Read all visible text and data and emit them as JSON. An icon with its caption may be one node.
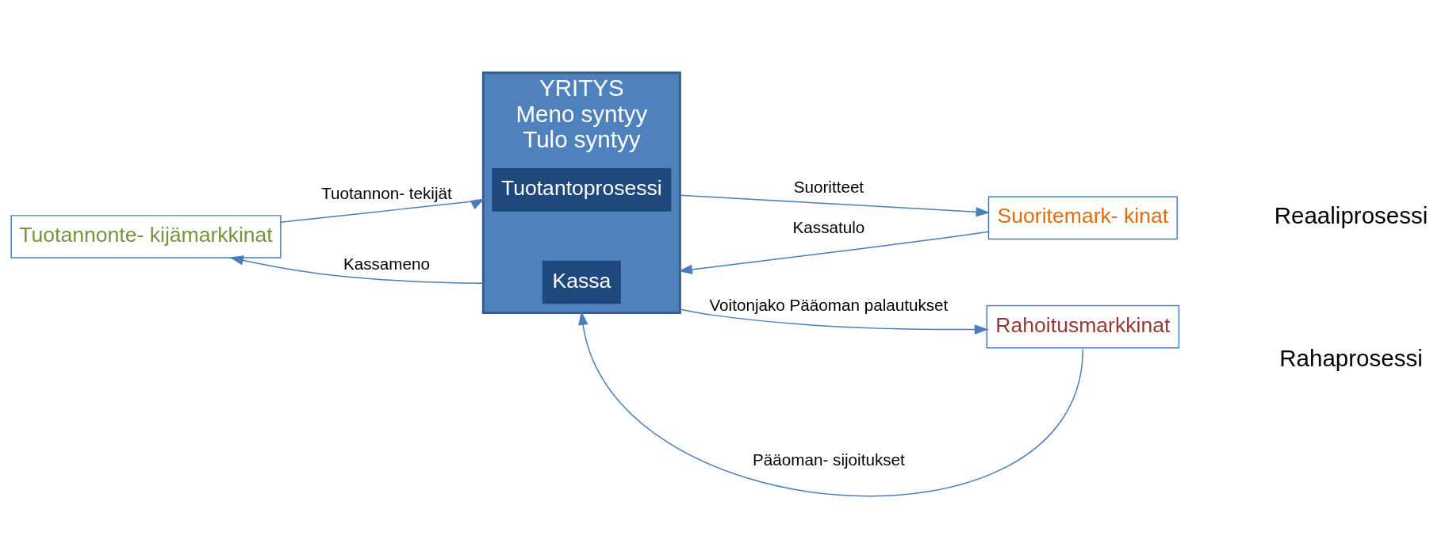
{
  "diagram": {
    "nodes": [
      {
        "text": [
          "Tuotannonte- kijämarkkinat"
        ]
      },
      {
        "text": [
          "YRITYS",
          "Meno syntyy",
          "Tulo syntyy"
        ]
      },
      {
        "text": [
          "Tuotantoprosessi"
        ],
        "in": 1
      },
      {
        "text": [
          "Kassa"
        ],
        "in": 1
      },
      {
        "text": [
          "Suoritemark- kinat"
        ]
      },
      {
        "text": [
          "Rahoitusmarkkinat"
        ]
      }
    ],
    "edges": [
      {
        "from": 0,
        "to": 1,
        "arrow": "to",
        "label": "Tuotannon- tekijät"
      },
      {
        "from": 1,
        "to": 4,
        "arrow": "to",
        "label": "Suoritteet"
      },
      {
        "from": 4,
        "to": 1,
        "arrow": "to",
        "label": "Kassatulo"
      },
      {
        "from": 1,
        "to": 0,
        "arrow": "to",
        "label": "Kassameno"
      },
      {
        "from": 5,
        "to": 1,
        "arrow": "to",
        "label": "Pääoman- sijoitukset"
      },
      {
        "from": 1,
        "to": 5,
        "arrow": "to",
        "label": "Voitonjako Pääoman palautukset"
      }
    ],
    "labels": [
      "Reaaliprosessi",
      "Rahaprosessi"
    ]
  }
}
